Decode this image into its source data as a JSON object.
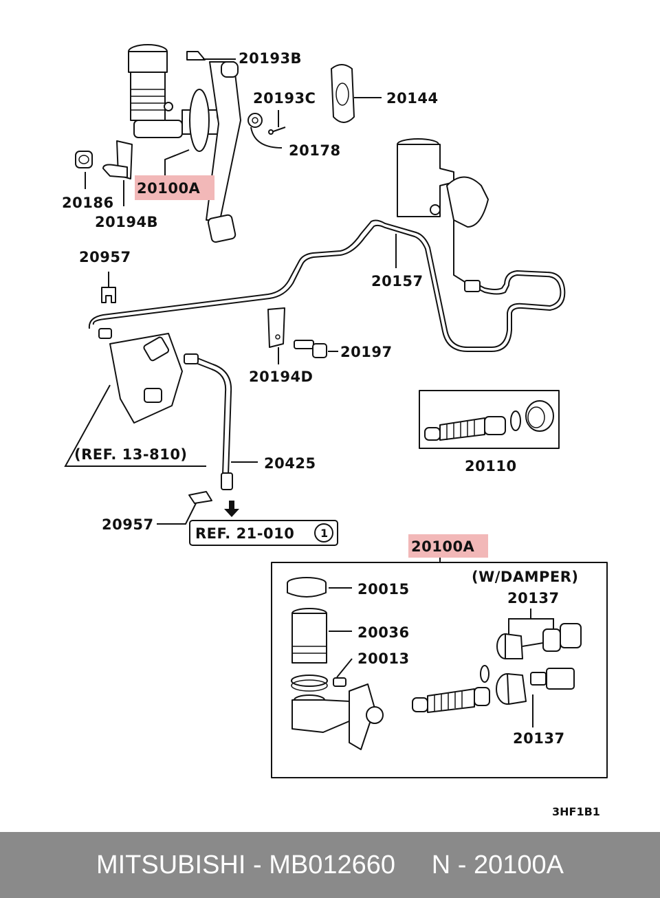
{
  "labels": {
    "p20193B": "20193B",
    "p20193C": "20193C",
    "p20144": "20144",
    "p20178": "20178",
    "p20100A_top": "20100A",
    "p20186": "20186",
    "p20194B": "20194B",
    "p20957_top": "20957",
    "p20157": "20157",
    "p20197": "20197",
    "p20194D": "20194D",
    "ref13": "(REF. 13-810)",
    "p20425": "20425",
    "p20110": "20110",
    "p20957_bottom": "20957",
    "ref21": "REF. 21-010",
    "ref21_circle": "1",
    "p20100A_kit": "20100A",
    "damper": "(W/DAMPER)",
    "p20015": "20015",
    "p20036": "20036",
    "p20013": "20013",
    "p20137_top": "20137",
    "p20137_bottom": "20137",
    "code": "3HF1B1"
  },
  "colors": {
    "highlight": "#f2b8b8",
    "footer_bg": "#8a8a8a",
    "footer_text": "#ffffff"
  },
  "footer": {
    "text": "MITSUBISHI - MB012660     N - 20100A"
  }
}
